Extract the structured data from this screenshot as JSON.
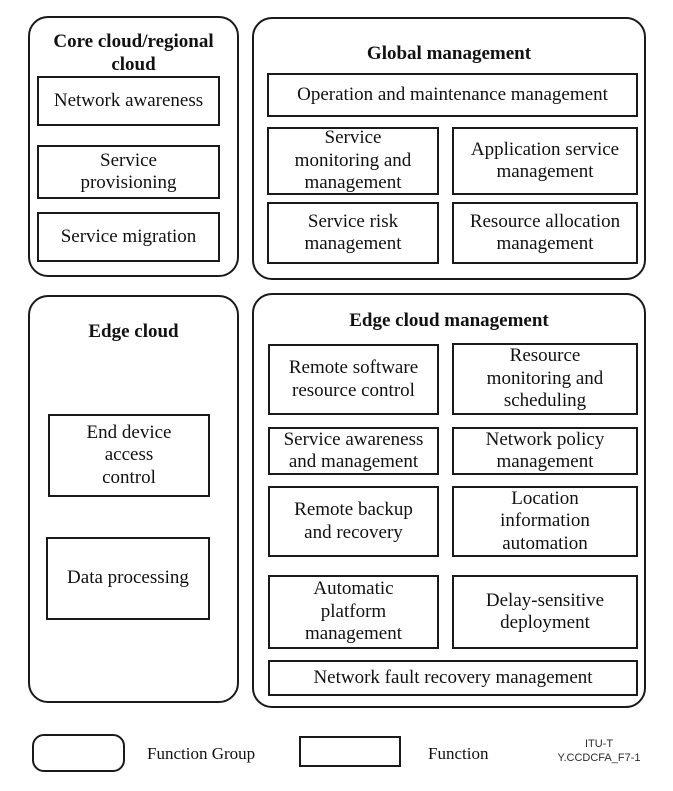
{
  "figure": {
    "groups": {
      "core": {
        "title": "Core cloud/regional\ncloud",
        "items": [
          "Network awareness",
          "Service\nprovisioning",
          "Service migration"
        ]
      },
      "global": {
        "title": "Global management",
        "full_top": "Operation and maintenance management",
        "grid": [
          "Service\nmonitoring and\nmanagement",
          "Application service\nmanagement",
          "Service risk\nmanagement",
          "Resource allocation\nmanagement"
        ]
      },
      "edge_cloud": {
        "title": "Edge cloud",
        "items": [
          "End device\naccess\ncontrol",
          "Data processing"
        ]
      },
      "edge_mgmt": {
        "title": "Edge cloud management",
        "grid": [
          "Remote software\nresource control",
          "Resource\nmonitoring and\nscheduling",
          "Service awareness\nand management",
          "Network policy\nmanagement",
          "Remote backup\nand recovery",
          "Location\ninformation\nautomation",
          "Automatic\nplatform\nmanagement",
          "Delay-sensitive\ndeployment"
        ],
        "full_bottom": "Network fault recovery management"
      }
    },
    "legend": {
      "function_group_label": "Function Group",
      "function_label": "Function"
    },
    "figure_id": "ITU-T\nY.CCDCFA_F7-1",
    "colors": {
      "border": "#1a1a1a",
      "text": "#111111",
      "background": "#ffffff"
    }
  }
}
